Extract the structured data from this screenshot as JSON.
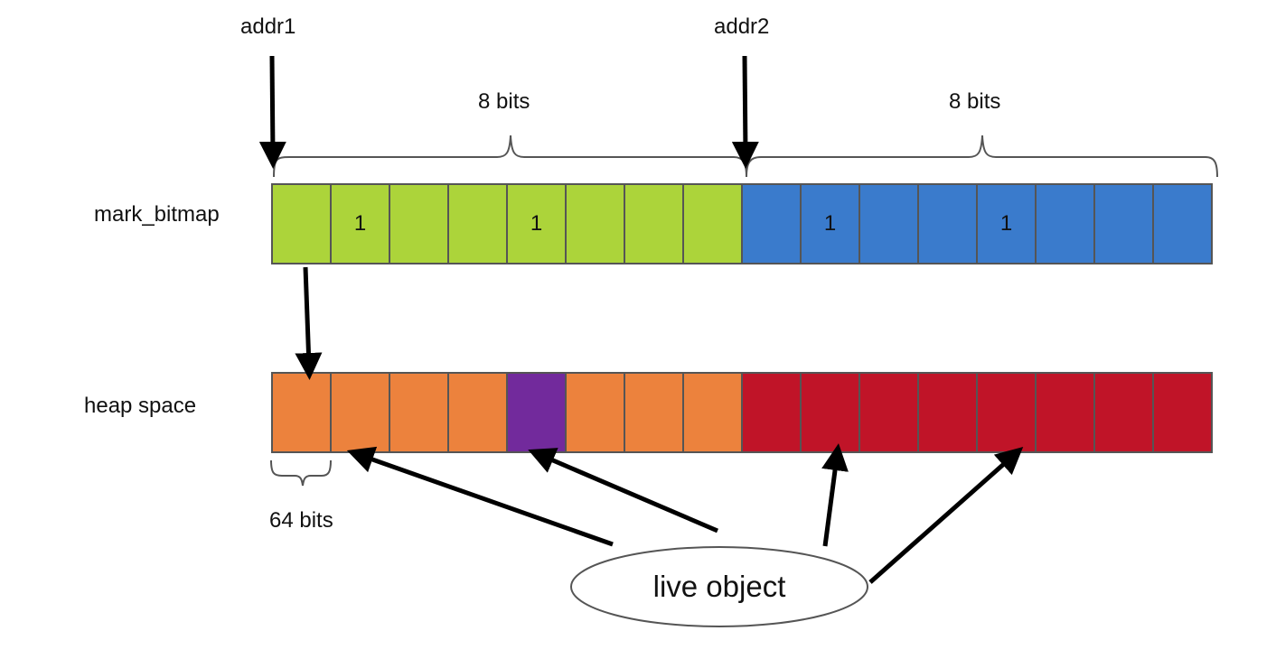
{
  "labels": {
    "addr1": "addr1",
    "addr2": "addr2",
    "bits_first": "8 bits",
    "bits_second": "8 bits",
    "row_bitmap": "mark_bitmap",
    "row_heap": "heap space",
    "cell_size": "64 bits",
    "live_object": "live object"
  },
  "mark_bitmap": {
    "cells": [
      "",
      "1",
      "",
      "",
      "1",
      "",
      "",
      "",
      "",
      "1",
      "",
      "",
      "1",
      "",
      "",
      ""
    ],
    "colors": [
      "#acd43a",
      "#acd43a",
      "#acd43a",
      "#acd43a",
      "#acd43a",
      "#acd43a",
      "#acd43a",
      "#acd43a",
      "#3a7bcc",
      "#3a7bcc",
      "#3a7bcc",
      "#3a7bcc",
      "#3a7bcc",
      "#3a7bcc",
      "#3a7bcc",
      "#3a7bcc"
    ]
  },
  "heap_space": {
    "colors": [
      "#ec823d",
      "#ec823d",
      "#ec823d",
      "#ec823d",
      "#722a9c",
      "#ec823d",
      "#ec823d",
      "#ec823d",
      "#c01428",
      "#c01428",
      "#c01428",
      "#c01428",
      "#c01428",
      "#c01428",
      "#c01428",
      "#c01428"
    ]
  }
}
